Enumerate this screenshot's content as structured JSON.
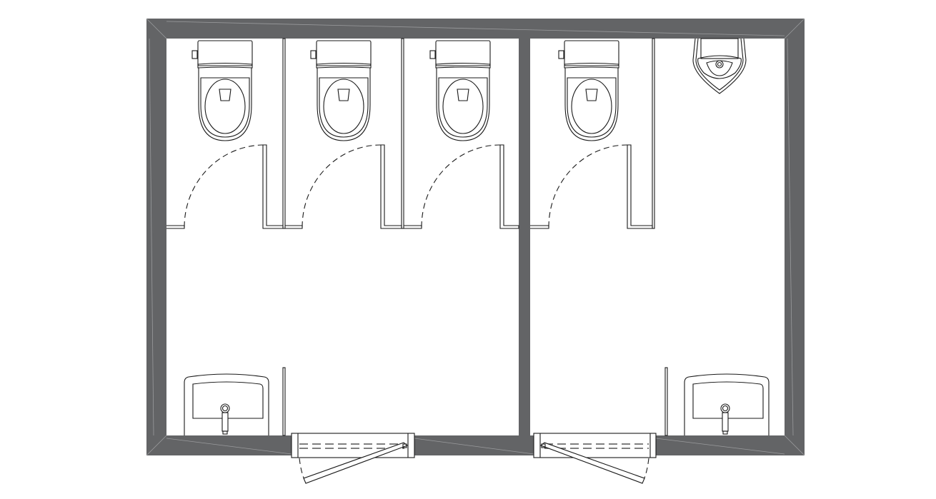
{
  "plan": {
    "wall_color": "#636466",
    "line_color": "#1a1a1a",
    "background": "#ffffff",
    "fixtures": {
      "toilets": 4,
      "urinals": 1,
      "sinks": 2,
      "entrance_doors": 2,
      "stall_doors": 4
    }
  }
}
